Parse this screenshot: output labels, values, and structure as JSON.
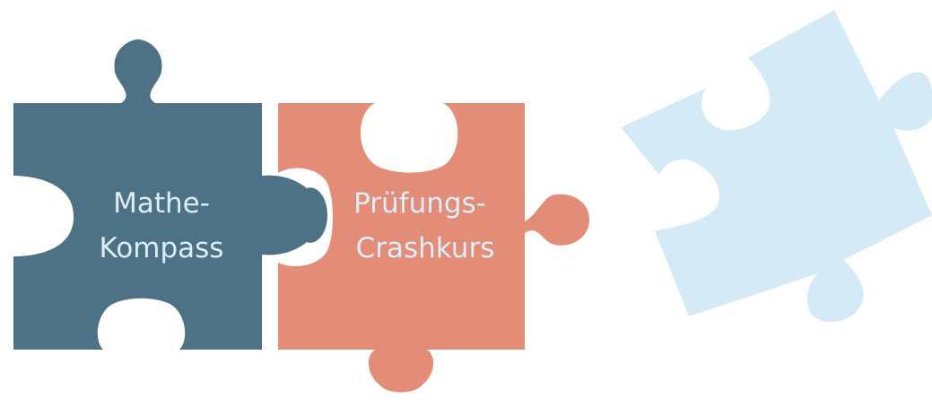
{
  "pieces": [
    {
      "id": "mathe-kompass",
      "label_lines": [
        "Mathe-",
        "Kompass"
      ],
      "color": "#4d7286"
    },
    {
      "id": "pruefungs-crashkurs",
      "label_lines": [
        "Prüfungs-",
        "Crashkurs"
      ],
      "color": "#e38d79"
    },
    {
      "id": "blank",
      "label_lines": [],
      "color": "#d4ebf7"
    }
  ],
  "background": "#ffffff",
  "text_color": "#dbeef8"
}
